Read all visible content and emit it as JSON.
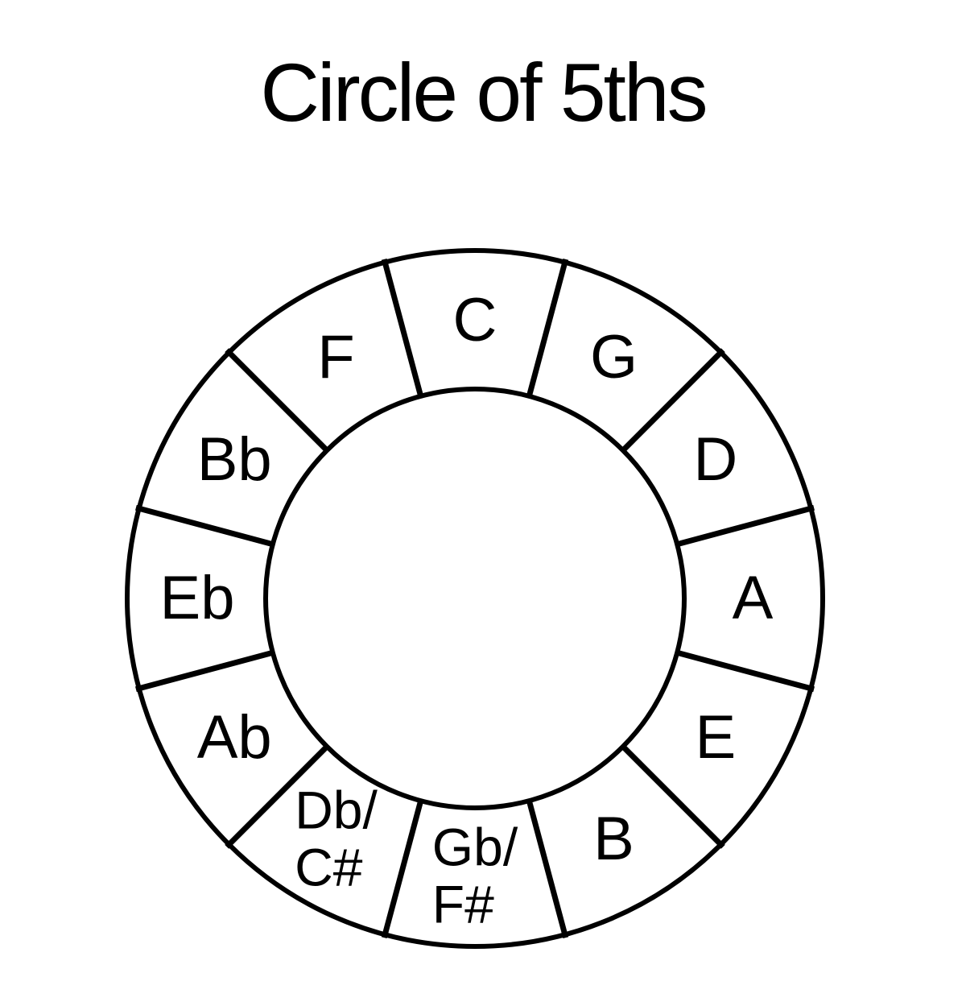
{
  "title": "Circle of 5ths",
  "wheel": {
    "description": "Circle of fifths wheel with 12 key segments, listed clockwise starting from the top (12 o'clock) position",
    "colors": {
      "line": "#000000",
      "text": "#000000",
      "background": "#ffffff"
    },
    "segments": [
      {
        "id": "c",
        "label": "C"
      },
      {
        "id": "g",
        "label": "G"
      },
      {
        "id": "d",
        "label": "D"
      },
      {
        "id": "a",
        "label": "A"
      },
      {
        "id": "e",
        "label": "E"
      },
      {
        "id": "b",
        "label": "B"
      },
      {
        "id": "gb-fsharp",
        "label": "Gb/\nF#"
      },
      {
        "id": "db-csharp",
        "label": "Db/\nC#"
      },
      {
        "id": "ab",
        "label": "Ab"
      },
      {
        "id": "eb",
        "label": "Eb"
      },
      {
        "id": "bb",
        "label": "Bb"
      },
      {
        "id": "f",
        "label": "F"
      }
    ]
  }
}
